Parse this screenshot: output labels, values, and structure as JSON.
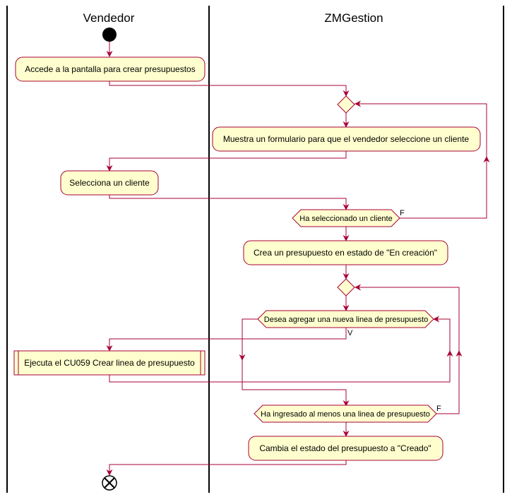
{
  "lanes": {
    "vendedor": "Vendedor",
    "zmgestion": "ZMGestion"
  },
  "activities": {
    "accede": "Accede a la pantalla para crear presupuestos",
    "muestra": "Muestra un formulario para que el vendedor seleccione un cliente",
    "selecciona": "Selecciona un cliente",
    "crea": "Crea un presupuesto en estado de \"En creación\"",
    "ejecuta": "Ejecuta el CU059 Crear linea de presupuesto",
    "cambia": "Cambia el estado del presupuesto a \"Creado\""
  },
  "decisions": {
    "ha_seleccionado": "Ha seleccionado un cliente",
    "desea_agregar": "Desea agregar una nueva linea de presupuesto",
    "ha_ingresado": "Ha ingresado al menos una linea de presupuesto"
  },
  "guards": {
    "false_1": "F",
    "true_1": "V",
    "false_2": "F"
  },
  "colors": {
    "activity_fill": "#FEFECE",
    "stroke": "#A80036",
    "lane_line": "#000000",
    "start_fill": "#000000"
  }
}
